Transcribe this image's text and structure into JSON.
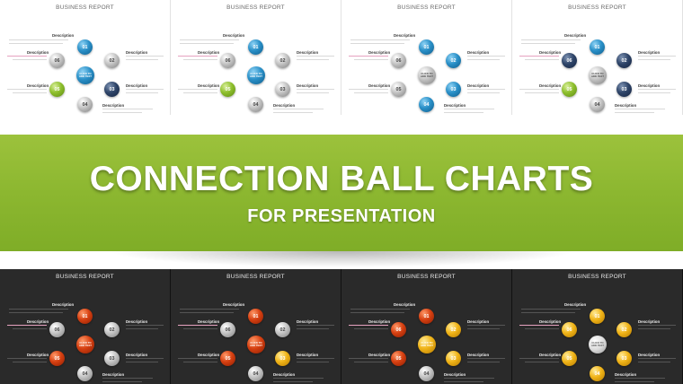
{
  "banner": {
    "title": "CONNECTION BALL CHARTS",
    "subtitle": "FOR PRESENTATION"
  },
  "slide_title": "BUSINESS REPORT",
  "description_label": "Description",
  "center_text": "CLICK TO ADD TEXT",
  "numbers": [
    "01",
    "02",
    "03",
    "04",
    "05",
    "06"
  ],
  "top_row": [
    {
      "colors": {
        "n01": "blue",
        "n02": "grey",
        "n03": "navy",
        "n04": "grey",
        "n05": "green",
        "n06": "grey",
        "center": "blue"
      }
    },
    {
      "colors": {
        "n01": "blue",
        "n02": "grey",
        "n03": "grey",
        "n04": "grey",
        "n05": "green",
        "n06": "grey",
        "center": "blue"
      }
    },
    {
      "colors": {
        "n01": "blue",
        "n02": "blue",
        "n03": "blue",
        "n04": "blue",
        "n05": "grey",
        "n06": "grey",
        "center": "grey"
      }
    },
    {
      "colors": {
        "n01": "blue",
        "n02": "navy",
        "n03": "navy",
        "n04": "grey",
        "n05": "green",
        "n06": "navy",
        "center": "grey"
      }
    }
  ],
  "bottom_row": [
    {
      "colors": {
        "n01": "red",
        "n02": "grey",
        "n03": "grey",
        "n04": "grey",
        "n05": "red",
        "n06": "grey",
        "center": "red"
      }
    },
    {
      "colors": {
        "n01": "red",
        "n02": "grey",
        "n03": "yellow",
        "n04": "grey",
        "n05": "red",
        "n06": "grey",
        "center": "red"
      }
    },
    {
      "colors": {
        "n01": "red",
        "n02": "yellow",
        "n03": "yellow",
        "n04": "grey",
        "n05": "red",
        "n06": "red",
        "center": "yellow"
      }
    },
    {
      "colors": {
        "n01": "yellow",
        "n02": "yellow",
        "n03": "yellow",
        "n04": "yellow",
        "n05": "yellow",
        "n06": "yellow",
        "center": "white"
      }
    }
  ]
}
